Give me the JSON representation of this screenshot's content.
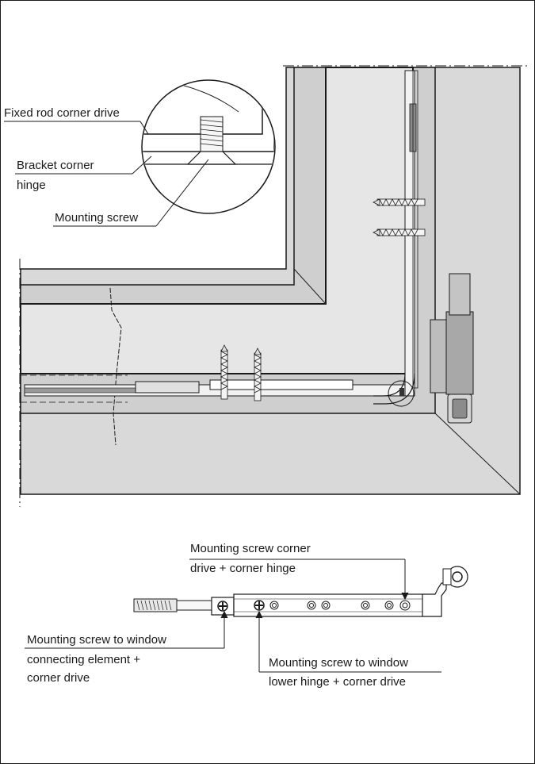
{
  "labels": {
    "fixed_rod_corner_drive": "Fixed rod corner drive",
    "bracket_corner_hinge_line1": "Bracket corner",
    "bracket_corner_hinge_line2": "hinge",
    "mounting_screw": "Mounting screw",
    "corner_screw_line1": "Mounting screw corner",
    "corner_screw_line2": "drive + corner hinge",
    "window_connect_line1": "Mounting screw to window",
    "window_connect_line2": "connecting element +",
    "window_connect_line3": "corner drive",
    "lower_hinge_line1": "Mounting screw to window",
    "lower_hinge_line2": "lower hinge + corner drive"
  },
  "colors": {
    "frame_fill": "#d9d9d9",
    "sash_fill": "#c8c8c8",
    "line": "#1a1a1a"
  }
}
